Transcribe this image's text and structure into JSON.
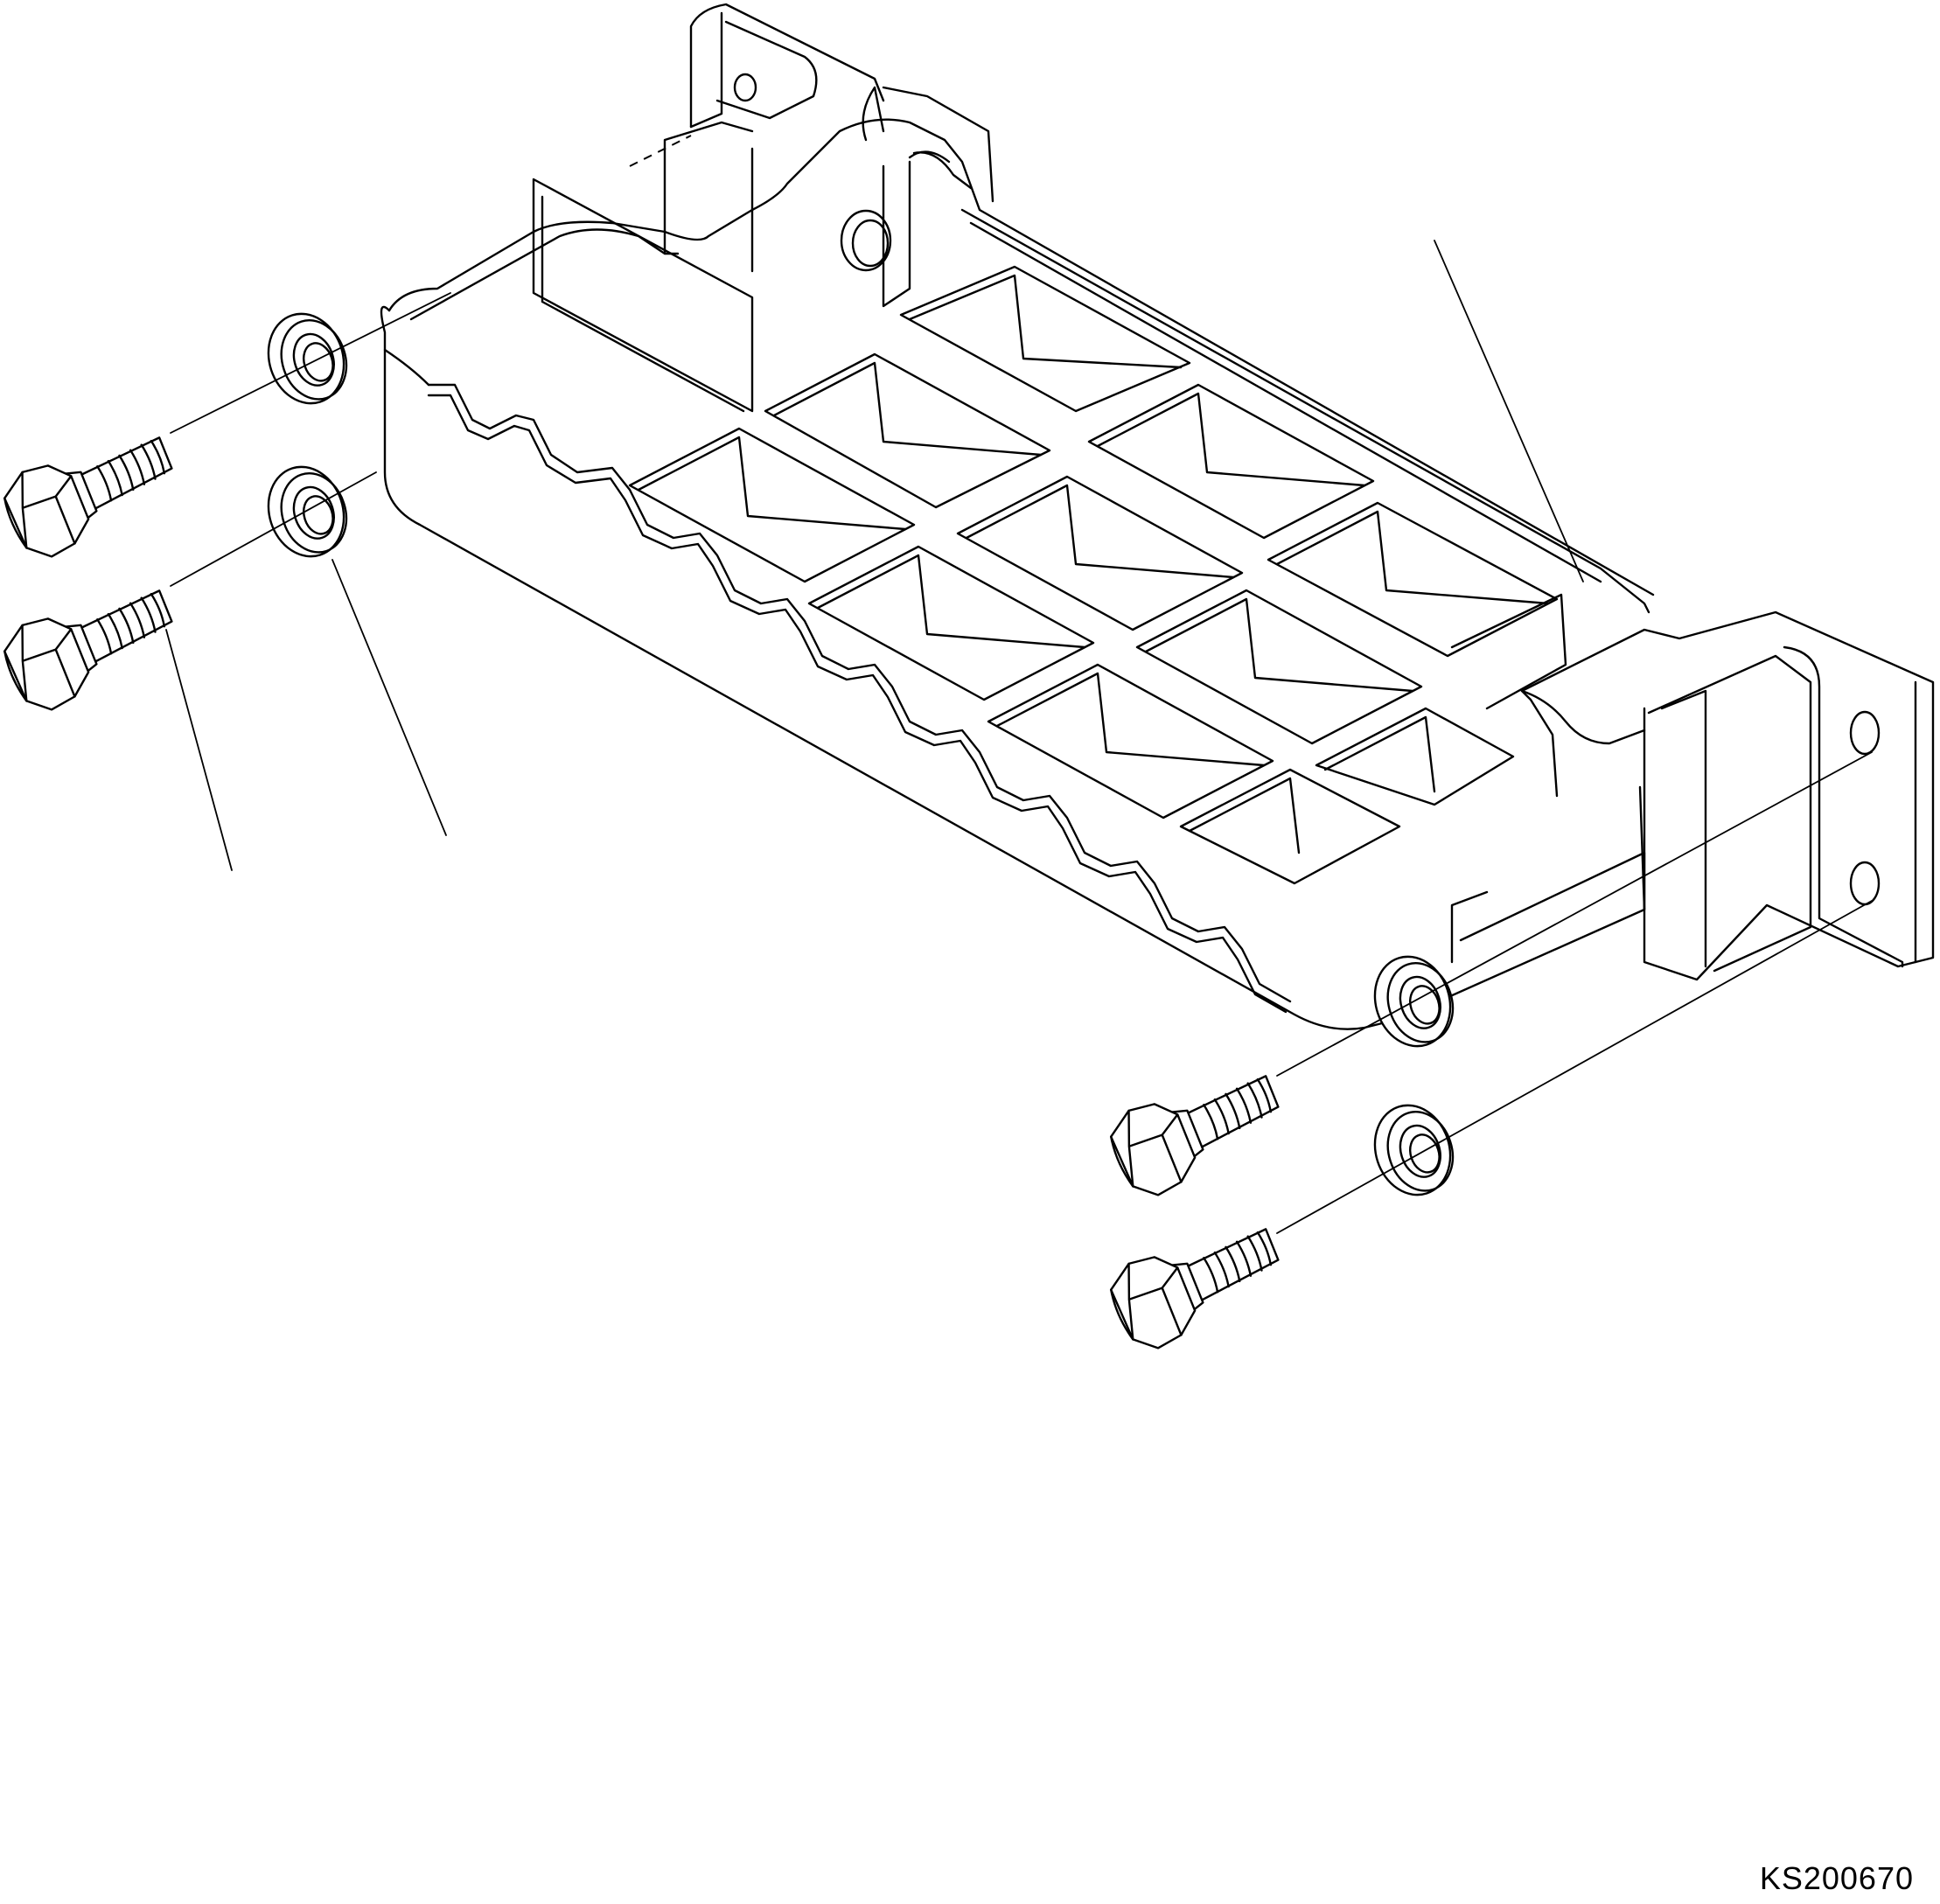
{
  "figure": {
    "reference_code": "KS200670"
  },
  "parts": [
    {
      "name": "step-bracket",
      "icon": "step-bracket-icon"
    },
    {
      "name": "washer",
      "icon": "washer-icon",
      "count": 4
    },
    {
      "name": "hex-bolt",
      "icon": "hex-bolt-icon",
      "count": 4
    }
  ]
}
